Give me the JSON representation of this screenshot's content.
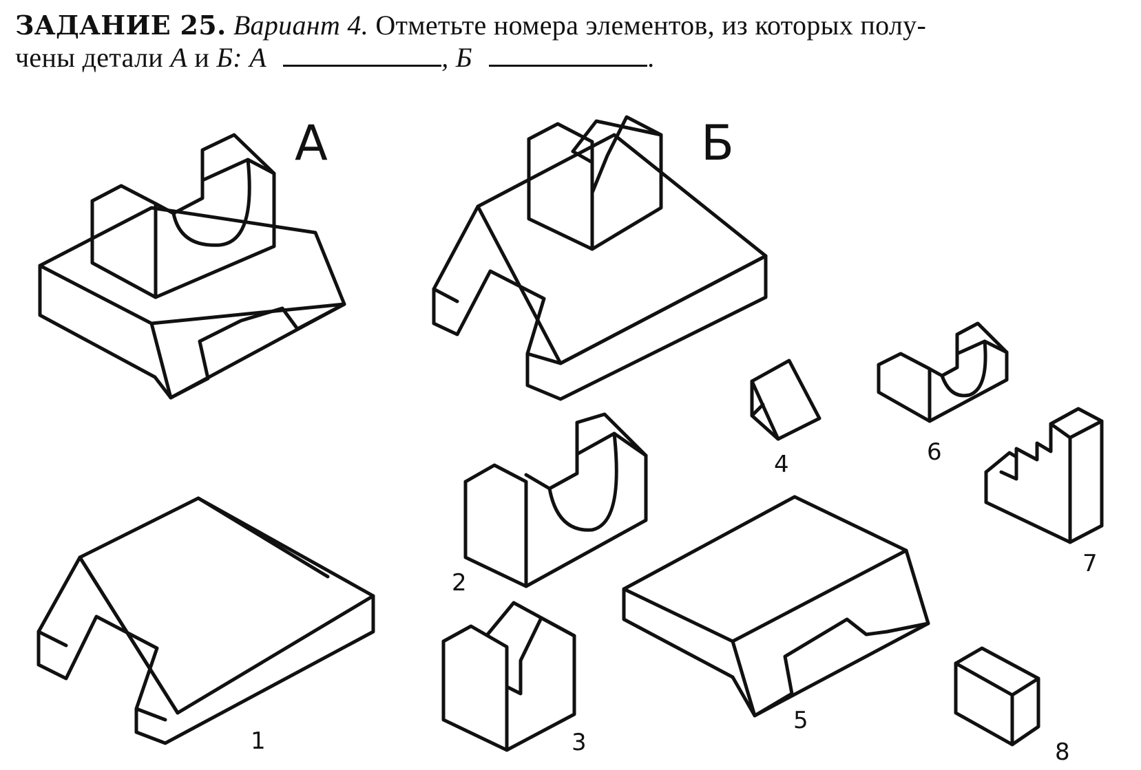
{
  "header": {
    "task_label": "ЗАДАНИЕ 25.",
    "variant": "Вариант 4.",
    "instruction": "Отметьте номера элементов, из которых полу-",
    "line2_start": "чены детали",
    "part_a_ref": "А",
    "conj": "и",
    "part_b_ref": "Б",
    "colon_a": ": А",
    "comma_b": ", Б",
    "period": "."
  },
  "figure": {
    "part_labels": {
      "a": "А",
      "b": "Б"
    },
    "element_numbers": [
      "1",
      "2",
      "3",
      "4",
      "5",
      "6",
      "7",
      "8"
    ]
  }
}
